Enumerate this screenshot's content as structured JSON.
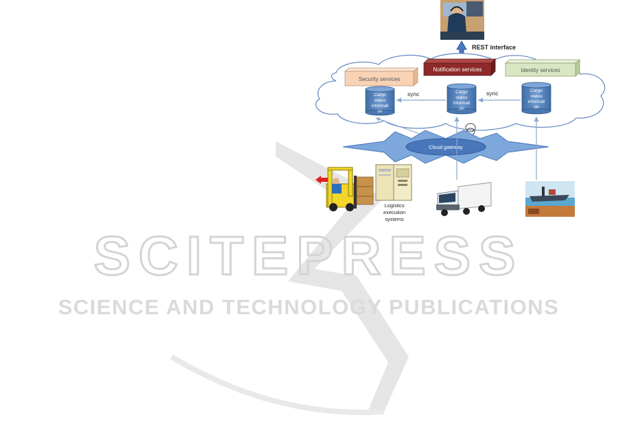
{
  "diagram": {
    "rest_label": "REST interface",
    "notification": "Notification services",
    "security": "Security services",
    "identity": "Identity services",
    "db_label": [
      "Cargo",
      "status",
      "informati",
      "on"
    ],
    "sync_left": "sync",
    "sync_right": "sync",
    "gateway": "Cloud gateway",
    "les": [
      "Logistics",
      "execution",
      "systems"
    ]
  },
  "watermark": {
    "brand": "SCITEPRESS",
    "tagline": "SCIENCE AND TECHNOLOGY PUBLICATIONS"
  },
  "colors": {
    "notification_fill": "#8e2a2a",
    "security_fill": "#f8d3b5",
    "identity_fill": "#d9e6c3",
    "db_fill": "#5b87bf",
    "gateway_fill": "#5a86c6",
    "cloud_stroke": "#6b8fc4",
    "watermark": "#d7d7d7"
  }
}
